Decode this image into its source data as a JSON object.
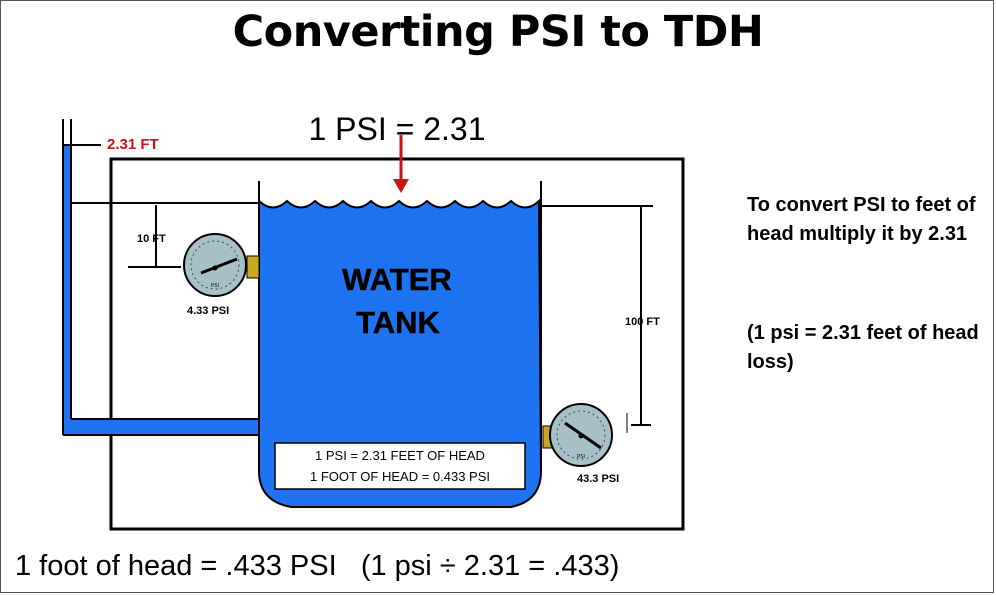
{
  "title": "Converting PSI to TDH",
  "header_equation": "1 PSI = 2.31",
  "labels": {
    "left_column_height": "2.31 FT",
    "short_height": "10 FT",
    "tall_height": "100 FT",
    "tank_name_line1": "WATER",
    "tank_name_line2": "TANK",
    "gauge_top_reading": "4.33 PSI",
    "gauge_bottom_reading": "43.3 PSI",
    "gauge_face_text": "PSI"
  },
  "info_box": {
    "line1": "1 PSI = 2.31 FEET OF HEAD",
    "line2": "1 FOOT OF HEAD = 0.433 PSI"
  },
  "side_notes": {
    "line_a": "To convert PSI to feet of head multiply it by 2.31",
    "line_b": "(1 psi = 2.31 feet of head loss)"
  },
  "bottom_formula": "1 foot of head = .433 PSI   (1 psi ÷ 2.31 = .433)",
  "colors": {
    "water": "#1e73f0",
    "accent_red": "#cc1111",
    "gauge_face": "#a8c0c8",
    "gauge_fitting": "#c8a820",
    "outline": "#000000"
  }
}
